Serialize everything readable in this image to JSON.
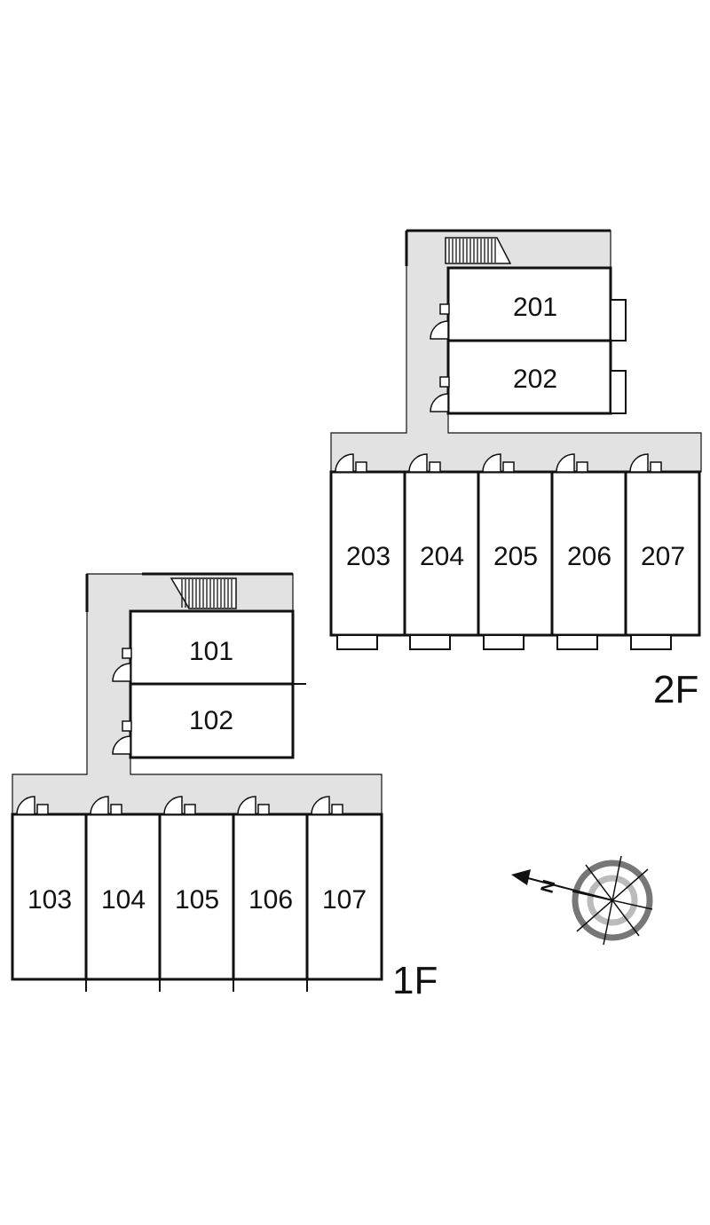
{
  "floors": [
    {
      "label": "2F",
      "rooms": [
        "201",
        "202",
        "203",
        "204",
        "205",
        "206",
        "207"
      ]
    },
    {
      "label": "1F",
      "rooms": [
        "101",
        "102",
        "103",
        "104",
        "105",
        "106",
        "107"
      ]
    }
  ],
  "compass": {
    "north_label": "N",
    "icon": "compass-rose-icon"
  },
  "colors": {
    "corridor": "#e2e2e2",
    "wall": "#111111",
    "background": "#ffffff"
  }
}
